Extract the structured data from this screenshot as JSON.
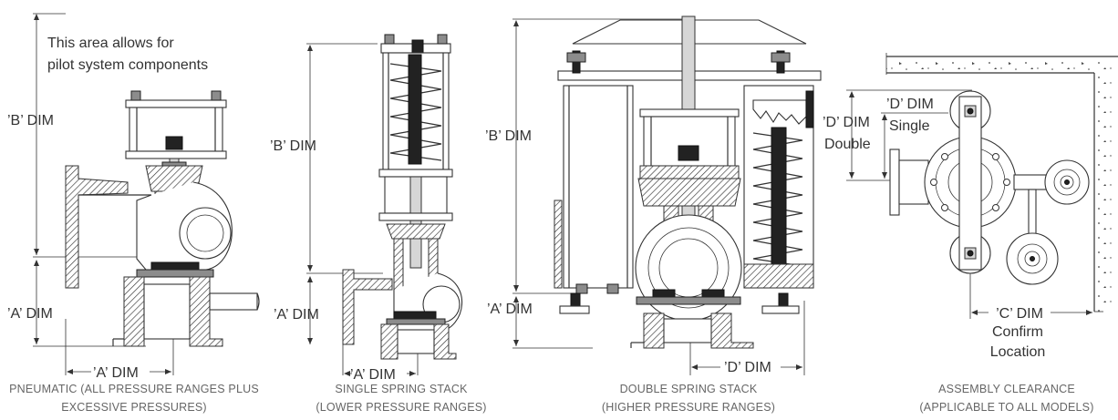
{
  "panels": [
    {
      "id": "pneumatic",
      "note": "This area allows for\npilot system components",
      "note_line1": "This area allows for",
      "note_line2": "pilot system components",
      "b_dim": "’B’ DIM",
      "a_dim_vertical": "’A’ DIM",
      "a_dim_horizontal": "’A’ DIM",
      "caption_line1": "PNEUMATIC (ALL PRESSURE RANGES PLUS",
      "caption_line2": "EXCESSIVE PRESSURES)"
    },
    {
      "id": "single-spring",
      "b_dim": "’B’ DIM",
      "a_dim_vertical": "’A’ DIM",
      "a_dim_horizontal": "’A’ DIM",
      "caption_line1": "SINGLE SPRING STACK",
      "caption_line2": "(LOWER PRESSURE RANGES)"
    },
    {
      "id": "double-spring",
      "b_dim": "’B’ DIM",
      "a_dim_vertical": "’A’ DIM",
      "d_dim_horizontal": "’D’ DIM",
      "caption_line1": "DOUBLE SPRING STACK",
      "caption_line2": "(HIGHER PRESSURE RANGES)"
    },
    {
      "id": "assembly-clearance",
      "d_dim_single_line1": "’D’ DIM",
      "d_dim_single_line2": "Single",
      "d_dim_double_line1": "’D’ DIM",
      "d_dim_double_line2": "Double",
      "c_dim_line1": "’C’ DIM",
      "c_dim_line2": "Confirm",
      "c_dim_line3": "Location",
      "caption_line1": "ASSEMBLY CLEARANCE",
      "caption_line2": "(APPLICABLE TO ALL MODELS)"
    }
  ]
}
